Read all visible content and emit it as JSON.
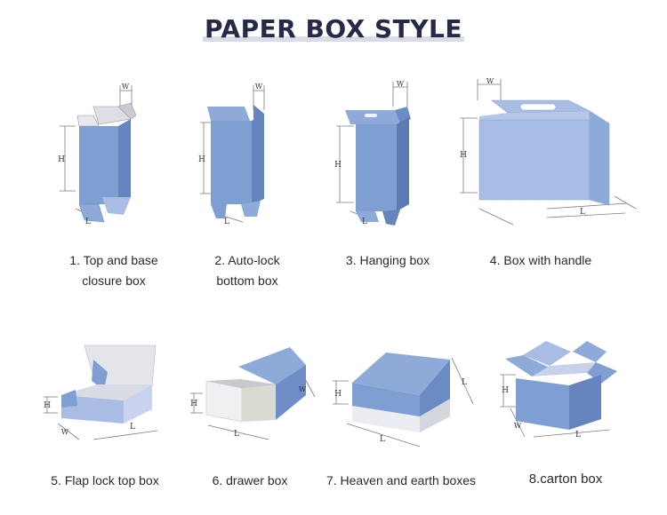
{
  "title": "PAPER BOX STYLE",
  "colors": {
    "box_blue": "#7f9fd2",
    "box_blue_dark": "#6685be",
    "box_blue_light": "#a9bde4",
    "inner_grey": "#d3d5dc",
    "line_grey": "#7d7d7d",
    "title_color": "#252a48"
  },
  "dimension_labels": {
    "height": "H",
    "length": "L",
    "width": "W"
  },
  "boxes": [
    {
      "caption_line1": "1. Top and base",
      "caption_line2": "closure box"
    },
    {
      "caption_line1": "2. Auto-lock",
      "caption_line2": "bottom box"
    },
    {
      "caption_line1": "3. Hanging box",
      "caption_line2": ""
    },
    {
      "caption_line1": "4. Box with handle",
      "caption_line2": ""
    },
    {
      "caption_line1": "5. Flap lock top box",
      "caption_line2": ""
    },
    {
      "caption_line1": "6. drawer box",
      "caption_line2": ""
    },
    {
      "caption_line1": "7. Heaven and earth boxes",
      "caption_line2": ""
    },
    {
      "caption_line1": "8.carton box",
      "caption_line2": ""
    }
  ]
}
